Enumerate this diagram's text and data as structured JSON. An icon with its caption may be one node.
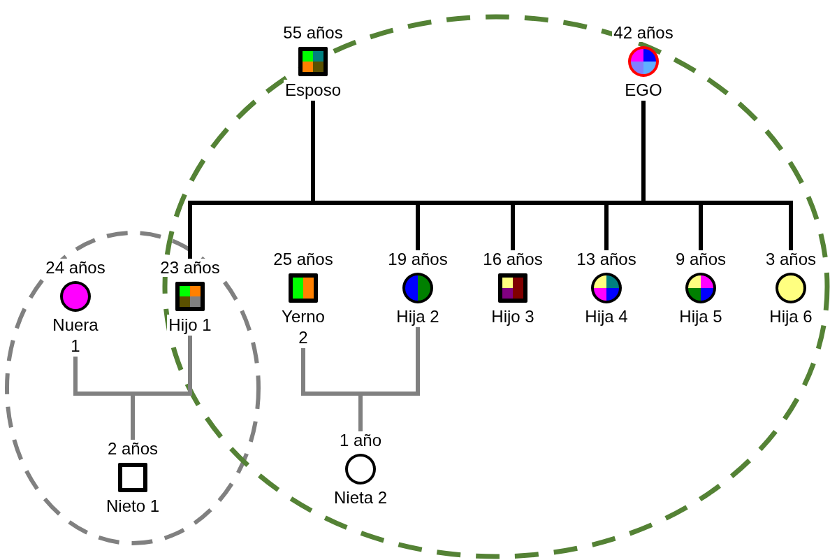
{
  "diagram": {
    "nodes": [
      {
        "text": [
          "55 años",
          "Esposo"
        ]
      },
      {
        "text": [
          "42 años",
          "EGO"
        ]
      },
      {
        "text": [
          "24 años",
          "Nuera 1"
        ]
      },
      {
        "text": [
          "23 años",
          "Hijo 1"
        ]
      },
      {
        "text": [
          "25 años",
          "Yerno 2"
        ]
      },
      {
        "text": [
          "19 años",
          "Hija 2"
        ]
      },
      {
        "text": [
          "16 años",
          "Hijo 3"
        ]
      },
      {
        "text": [
          "13 años",
          "Hija 4"
        ]
      },
      {
        "text": [
          "9 años",
          "Hija 5"
        ]
      },
      {
        "text": [
          "3 años",
          "Hija 6"
        ]
      },
      {
        "text": [
          "2 años",
          "Nieto 1"
        ]
      },
      {
        "text": [
          "1 año",
          "Nieta 2"
        ]
      }
    ],
    "edges": [
      {
        "from": 0,
        "to": 3,
        "arrow": "none"
      },
      {
        "from": 1,
        "to": 3,
        "arrow": "none"
      },
      {
        "from": 0,
        "to": 5,
        "arrow": "none"
      },
      {
        "from": 1,
        "to": 5,
        "arrow": "none"
      },
      {
        "from": 0,
        "to": 6,
        "arrow": "none"
      },
      {
        "from": 1,
        "to": 6,
        "arrow": "none"
      },
      {
        "from": 0,
        "to": 7,
        "arrow": "none"
      },
      {
        "from": 1,
        "to": 7,
        "arrow": "none"
      },
      {
        "from": 0,
        "to": 8,
        "arrow": "none"
      },
      {
        "from": 1,
        "to": 8,
        "arrow": "none"
      },
      {
        "from": 0,
        "to": 9,
        "arrow": "none"
      },
      {
        "from": 1,
        "to": 9,
        "arrow": "none"
      },
      {
        "from": 2,
        "to": 10,
        "arrow": "none",
        "color": "#808080"
      },
      {
        "from": 3,
        "to": 10,
        "arrow": "none",
        "color": "#808080"
      },
      {
        "from": 4,
        "to": 11,
        "arrow": "none",
        "color": "#808080"
      },
      {
        "from": 5,
        "to": 11,
        "arrow": "none",
        "color": "#808080"
      }
    ]
  }
}
